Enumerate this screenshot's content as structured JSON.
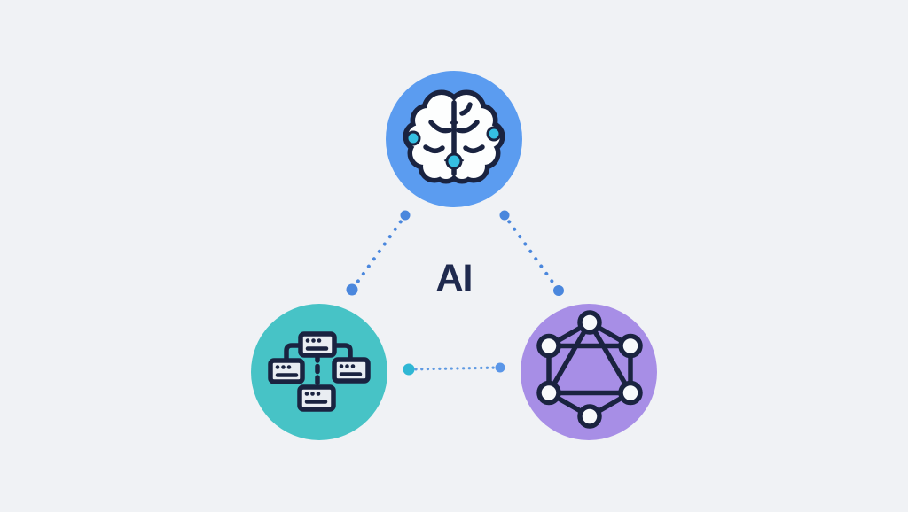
{
  "diagram": {
    "center_label": "AI",
    "background_color": "#f0f2f5",
    "center_label_color": "#1f2a4e",
    "outline_color": "#1a2340",
    "connector": {
      "dot_color": "#4a87dd",
      "bottom_dot_color": "#5f9ae2",
      "endpoint_blue": "#4a87dd",
      "endpoint_teal": "#2fb7d4",
      "endpoint_purple_blue": "#5a96e8"
    },
    "nodes": [
      {
        "id": "ai-brain",
        "icon": "brain-icon",
        "circle_color": "#5b9cf0",
        "icon_fill": "#fdfefe",
        "accent_color": "#35bfe2"
      },
      {
        "id": "process-flowchart",
        "icon": "flowchart-icon",
        "circle_color": "#47c3c6",
        "icon_fill": "#e9edf2"
      },
      {
        "id": "network-graph",
        "icon": "network-graph-icon",
        "circle_color": "#a78ee6",
        "icon_fill": "#f7f9fb"
      }
    ]
  }
}
